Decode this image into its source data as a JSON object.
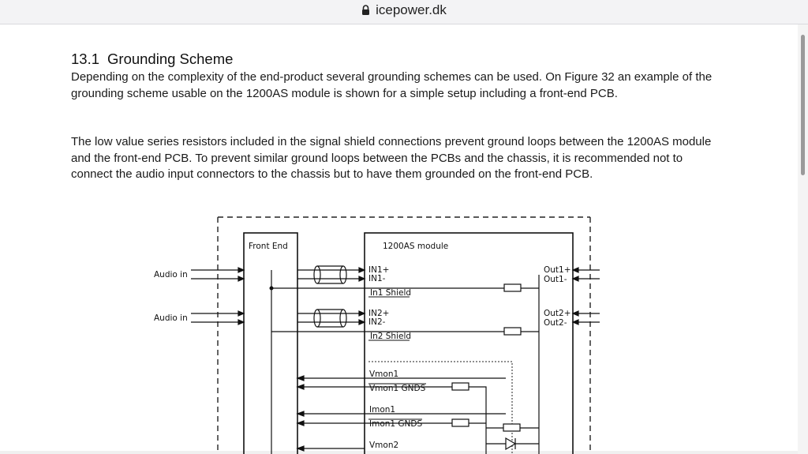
{
  "browser": {
    "url": "icepower.dk",
    "lock_icon": "lock-icon"
  },
  "section": {
    "number": "13.1",
    "title": "Grounding Scheme",
    "paragraph1": "Depending on the complexity of the end-product several grounding schemes can be used. On Figure 32 an example of the grounding scheme usable on the 1200AS module is shown for a simple setup including a front-end PCB.",
    "paragraph2": "The low value series resistors included in the signal shield connections prevent ground loops between the 1200AS module and the front-end PCB. To prevent similar ground loops between the PCBs and the chassis, it is recommended not to connect the audio input connectors to the chassis but to have them grounded on the front-end PCB."
  },
  "diagram": {
    "front_end_label": "Front End",
    "module_label": "1200AS module",
    "audio_in_1": "Audio in",
    "audio_in_2": "Audio in",
    "in1_plus": "IN1+",
    "in1_minus": "IN1-",
    "in1_shield": "In1 Shield",
    "in2_plus": "IN2+",
    "in2_minus": "IN2-",
    "in2_shield": "In2 Shield",
    "out1_plus": "Out1+",
    "out1_minus": "Out1-",
    "out2_plus": "Out2+",
    "out2_minus": "Out2-",
    "vmon1": "Vmon1",
    "vmon1_gnds": "Vmon1 GNDS",
    "imon1": "Imon1",
    "imon1_gnds": "Imon1 GNDS",
    "vmon2": "Vmon2"
  }
}
